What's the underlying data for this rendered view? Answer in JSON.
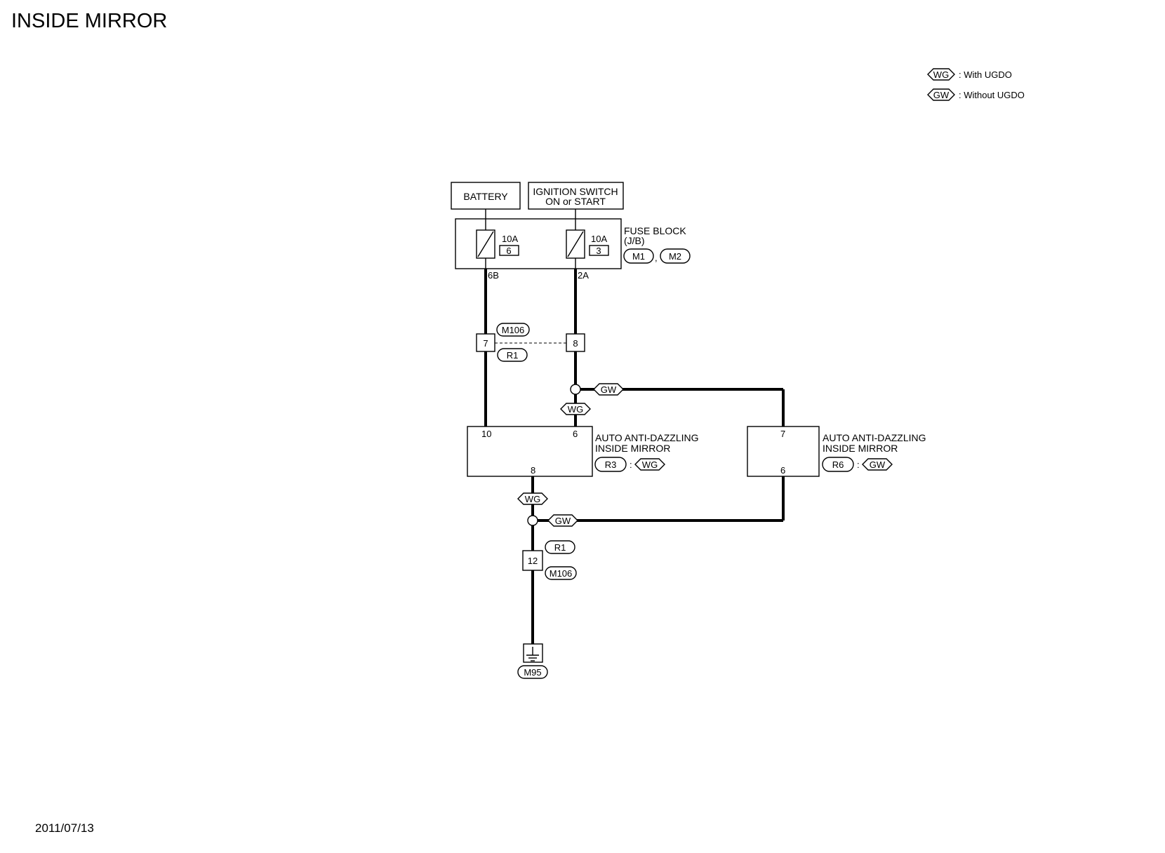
{
  "title": "INSIDE MIRROR",
  "date": "2011/07/13",
  "legend": [
    {
      "code": "WG",
      "desc": ": With UGDO"
    },
    {
      "code": "GW",
      "desc": ": Without UGDO"
    }
  ],
  "sources": {
    "battery": "BATTERY",
    "ignition_line1": "IGNITION SWITCH",
    "ignition_line2": "ON or START"
  },
  "fuse_block": {
    "label_line1": "FUSE BLOCK",
    "label_line2": "(J/B)",
    "connectors": [
      "M1",
      "M2"
    ],
    "separator": ",",
    "fuse_left": {
      "amp": "10A",
      "num": "6",
      "terminal": "6B"
    },
    "fuse_right": {
      "amp": "10A",
      "num": "3",
      "terminal": "2A"
    }
  },
  "joint_upper": {
    "connector_top": "M106",
    "connector_bottom": "R1",
    "pin_left": "7",
    "pin_right": "8"
  },
  "wire_codes": {
    "gw": "GW",
    "wg": "WG"
  },
  "mirror_wg": {
    "label_line1": "AUTO ANTI-DAZZLING",
    "label_line2": "INSIDE MIRROR",
    "connector": "R3",
    "colon": ":",
    "variant": "WG",
    "pin_10": "10",
    "pin_6": "6",
    "pin_8": "8"
  },
  "mirror_gw": {
    "label_line1": "AUTO ANTI-DAZZLING",
    "label_line2": "INSIDE MIRROR",
    "connector": "R6",
    "colon": ":",
    "variant": "GW",
    "pin_7": "7",
    "pin_6": "6"
  },
  "joint_lower": {
    "connector_top": "R1",
    "connector_bottom": "M106",
    "pin": "12"
  },
  "ground": {
    "connector": "M95"
  }
}
